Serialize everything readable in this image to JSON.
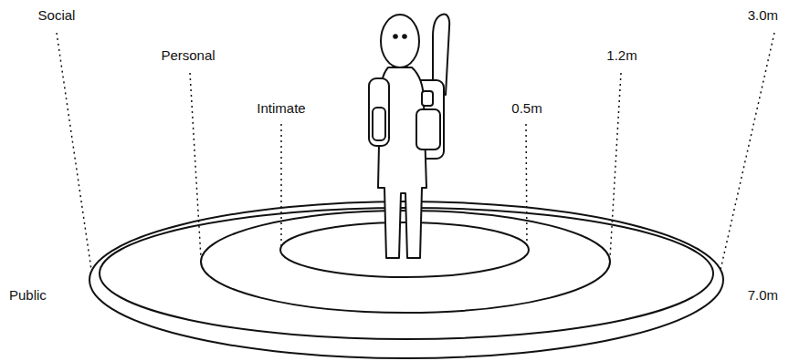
{
  "diagram": {
    "labels": [
      "Social",
      "Personal",
      "Intimate",
      "0.5m",
      "1.2m",
      "3.0m",
      "Public",
      "7.0m"
    ]
  }
}
